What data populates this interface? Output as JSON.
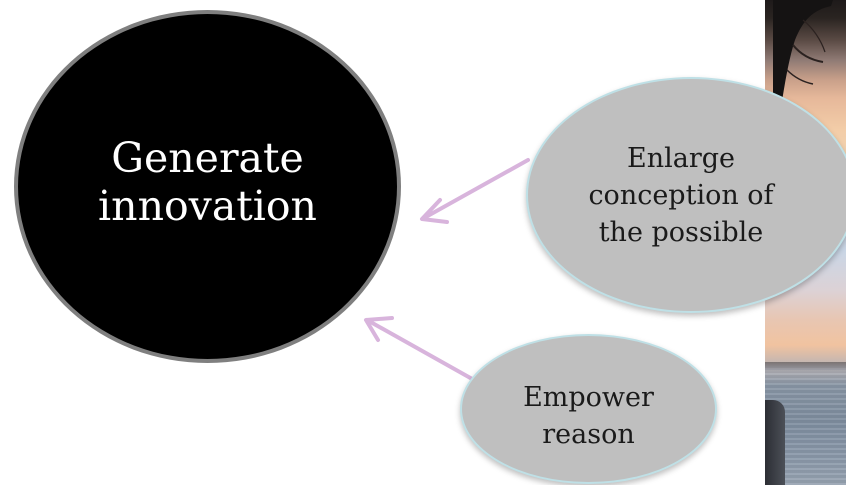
{
  "diagram": {
    "center_node": {
      "label": "Generate innovation"
    },
    "satellite_nodes": [
      {
        "label": "Enlarge conception of the possible"
      },
      {
        "label": "Empower reason"
      }
    ],
    "colors": {
      "center_fill": "#000000",
      "center_border": "#7f7f7f",
      "satellite_fill": "#bfbfbf",
      "satellite_border": "#bfe0e6",
      "arrow": "#d8b4dc"
    }
  },
  "background_image": {
    "subject": "sunset-over-lake-photo"
  }
}
